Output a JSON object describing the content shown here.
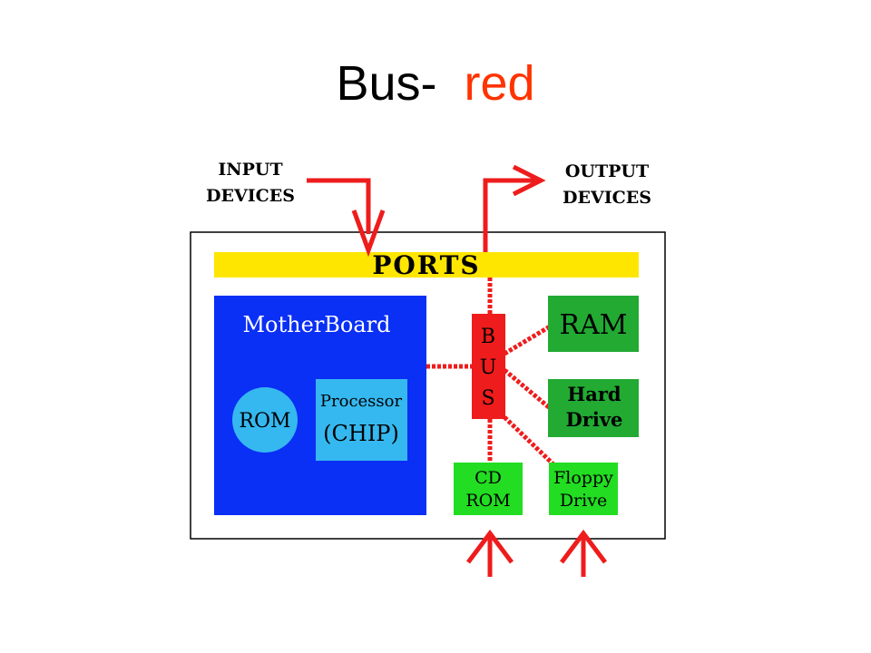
{
  "title": {
    "main": "Bus-",
    "accent": "red"
  },
  "labels": {
    "input_line1": "INPUT",
    "input_line2": "DEVICES",
    "output_line1": "OUTPUT",
    "output_line2": "DEVICES",
    "ports": "PORTS",
    "motherboard": "MotherBoard",
    "rom": "ROM",
    "processor": "Processor",
    "chip": "(CHIP)",
    "bus_b": "B",
    "bus_u": "U",
    "bus_s": "S",
    "ram": "RAM",
    "hard_line1": "Hard",
    "hard_line2": "Drive",
    "cd_line1": "CD",
    "cd_line2": "ROM",
    "floppy_line1": "Floppy",
    "floppy_line2": "Drive"
  },
  "colors": {
    "bus": "#ee1c1c",
    "ports": "#ffe600",
    "motherboard": "#0a2ff5",
    "processor": "#35b8f0",
    "rom": "#35b8f0",
    "ram": "#22aa33",
    "hard_drive": "#22aa33",
    "cd_rom": "#22dd22",
    "floppy": "#22dd22",
    "title_accent": "#ff3300"
  }
}
